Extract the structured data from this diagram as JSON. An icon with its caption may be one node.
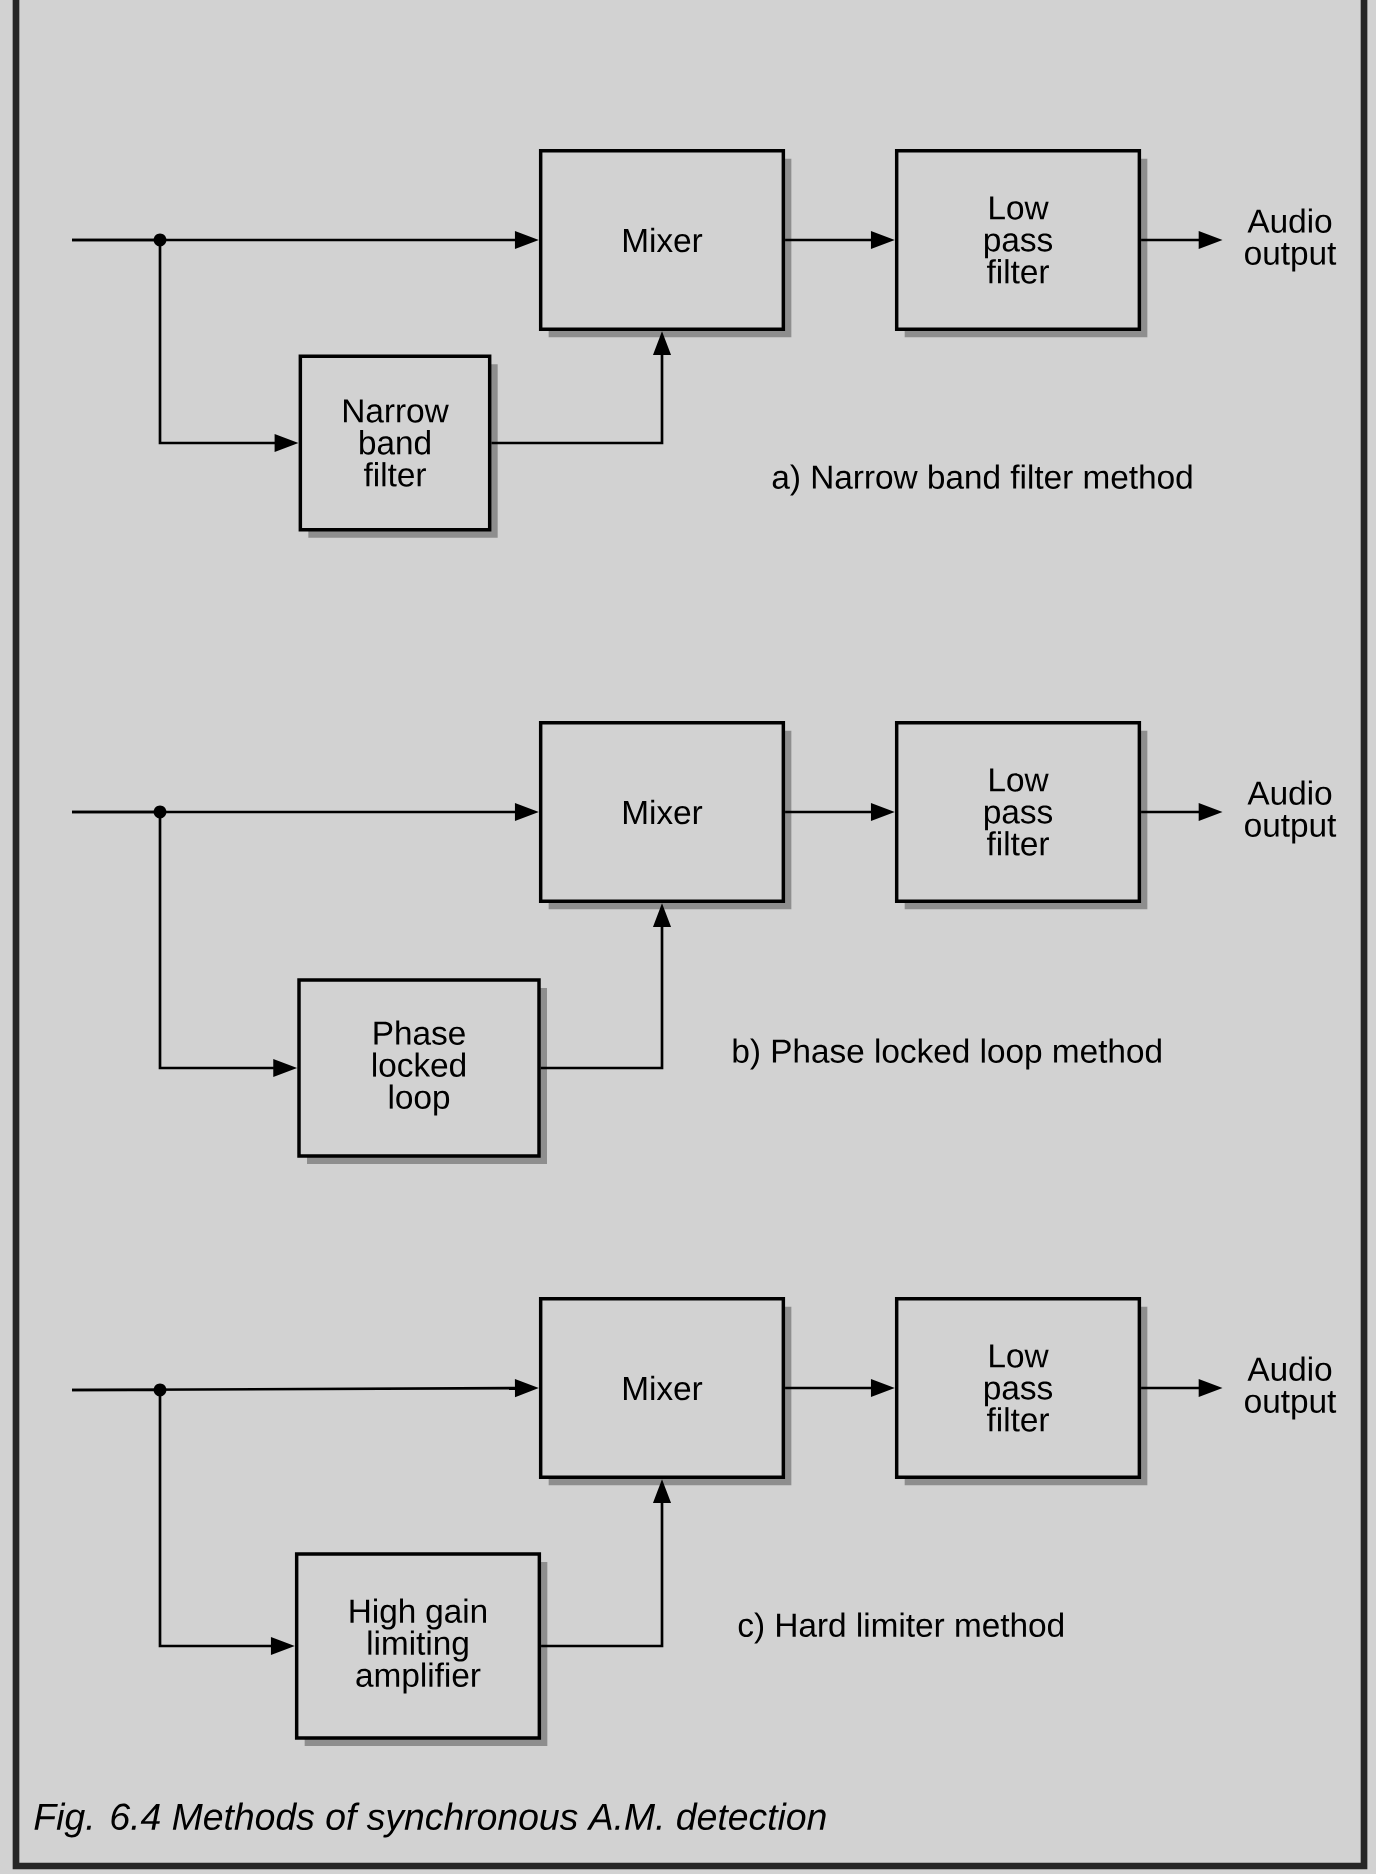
{
  "diagram": {
    "caption": "Fig. 6.4 Methods of synchronous A.M. detection",
    "nodes": [
      {
        "text": [
          "Mixer"
        ]
      },
      {
        "text": [
          "Low pass filter"
        ]
      },
      {
        "text": [
          "Audio output"
        ]
      },
      {
        "text": [
          "Narrow band filter"
        ]
      },
      {
        "text": [
          "Mixer"
        ]
      },
      {
        "text": [
          "Low pass filter"
        ]
      },
      {
        "text": [
          "Audio output"
        ]
      },
      {
        "text": [
          "Phase locked loop"
        ]
      },
      {
        "text": [
          "Mixer"
        ]
      },
      {
        "text": [
          "Low pass filter"
        ]
      },
      {
        "text": [
          "Audio output"
        ]
      },
      {
        "text": [
          "High gain limiting amplifier"
        ]
      }
    ],
    "edges": [
      {
        "from": null,
        "to": 0,
        "arrow": "to"
      },
      {
        "from": null,
        "to": 3,
        "arrow": "to"
      },
      {
        "from": 3,
        "to": 0,
        "arrow": "to"
      },
      {
        "from": 0,
        "to": 1,
        "arrow": "to"
      },
      {
        "from": 1,
        "to": 2,
        "arrow": "to"
      },
      {
        "from": null,
        "to": 4,
        "arrow": "to"
      },
      {
        "from": null,
        "to": 7,
        "arrow": "to"
      },
      {
        "from": 7,
        "to": 4,
        "arrow": "to"
      },
      {
        "from": 4,
        "to": 5,
        "arrow": "to"
      },
      {
        "from": 5,
        "to": 6,
        "arrow": "to"
      },
      {
        "from": null,
        "to": 8,
        "arrow": "to"
      },
      {
        "from": null,
        "to": 11,
        "arrow": "to"
      },
      {
        "from": 11,
        "to": 8,
        "arrow": "to"
      },
      {
        "from": 8,
        "to": 9,
        "arrow": "to"
      },
      {
        "from": 9,
        "to": 10,
        "arrow": "to"
      }
    ],
    "labels": [
      "a) Narrow band filter method",
      "b) Phase locked loop method",
      "c) Hard limiter method"
    ]
  }
}
